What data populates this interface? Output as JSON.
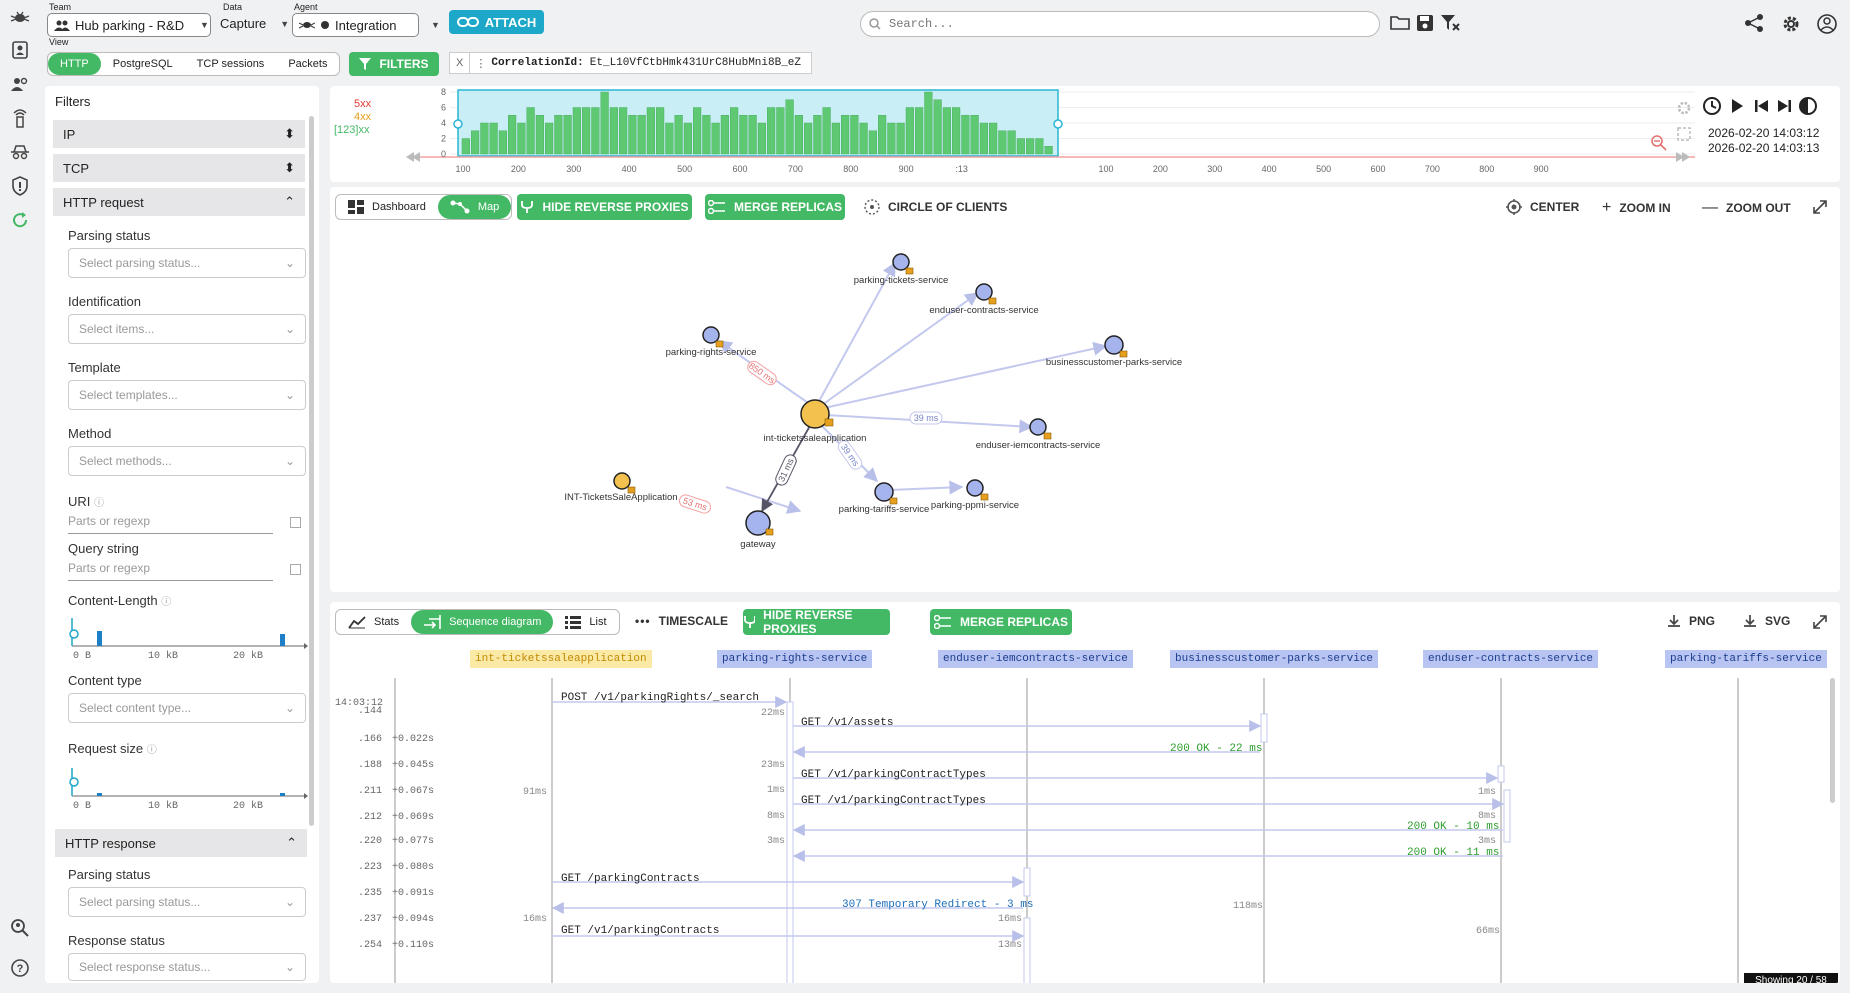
{
  "topbar": {
    "team_label": "Team",
    "team_value": "Hub parking - R&D",
    "data_label": "Data",
    "data_value": "Capture",
    "agent_label": "Agent",
    "agent_value": "Integration",
    "view_label": "View",
    "attach_label": "ATTACH",
    "search_placeholder": "Search..."
  },
  "protocol_tabs": [
    "HTTP",
    "PostgreSQL",
    "TCP sessions",
    "Packets"
  ],
  "filters_button": "FILTERS",
  "correlation_chip": {
    "close": "X",
    "key": "CorrelationId:",
    "value": "Et_L10VfCtbHmk431UrC8HubMni8B_eZ"
  },
  "sidebar": {
    "title": "Filters",
    "sections": [
      "IP",
      "TCP",
      "HTTP request"
    ],
    "request_fields": {
      "parsing_status_label": "Parsing status",
      "parsing_status_ph": "Select parsing status...",
      "identification_label": "Identification",
      "identification_ph": "Select items...",
      "template_label": "Template",
      "template_ph": "Select templates...",
      "method_label": "Method",
      "method_ph": "Select methods...",
      "uri_label": "URI",
      "uri_ph": "Parts or regexp",
      "query_label": "Query string",
      "query_ph": "Parts or regexp",
      "content_length_label": "Content-Length",
      "content_type_label": "Content type",
      "content_type_ph": "Select content type...",
      "request_size_label": "Request size",
      "axis": [
        "0 B",
        "10 kB",
        "20 kB"
      ]
    },
    "response_section": "HTTP response",
    "response_fields": {
      "parsing_status_label": "Parsing status",
      "parsing_status_ph": "Select parsing status...",
      "response_status_label": "Response status",
      "response_status_ph": "Select response status..."
    }
  },
  "timeline": {
    "legend": [
      "5xx",
      "4xx",
      "[123]xx"
    ],
    "y_ticks": [
      "8",
      "6",
      "4",
      "2",
      "0"
    ],
    "x_ticks_selected": [
      "100",
      "200",
      "300",
      "400",
      "500",
      "600",
      "700",
      "800",
      "900",
      ":13"
    ],
    "x_ticks_rest": [
      "100",
      "200",
      "300",
      "400",
      "500",
      "600",
      "700",
      "800",
      "900"
    ],
    "start": "2026-02-20 14:03:12",
    "end": "2026-02-20 14:03:13",
    "bars": [
      2,
      3,
      4,
      4,
      3,
      5,
      4,
      6,
      5,
      4,
      5,
      5,
      6,
      6,
      6,
      8,
      6,
      6,
      5,
      5,
      6,
      6,
      4,
      5,
      4,
      6,
      5,
      4,
      5,
      6,
      5,
      5,
      4,
      6,
      6,
      7,
      5,
      4,
      5,
      6,
      4,
      5,
      5,
      4,
      3,
      5,
      4,
      4,
      6,
      6,
      8,
      7,
      6,
      6,
      5,
      5,
      4,
      4,
      3,
      3,
      2,
      2,
      2,
      1
    ]
  },
  "map_toolbar": {
    "tabs": [
      "Dashboard",
      "Map"
    ],
    "hide_proxies": "HIDE REVERSE PROXIES",
    "merge_replicas": "MERGE REPLICAS",
    "circle": "CIRCLE OF CLIENTS",
    "center": "CENTER",
    "zoom_in": "ZOOM IN",
    "zoom_out": "ZOOM OUT"
  },
  "map_nodes": {
    "center": "int-ticketssaleapplication",
    "parking_tickets": "parking-tickets-service",
    "enduser_contracts": "enduser-contracts-service",
    "parking_rights": "parking-rights-service",
    "businesscustomer": "businesscustomer-parks-service",
    "enduser_iem": "enduser-iemcontracts-service",
    "parking_tariffs": "parking-tariffs-service",
    "parking_ppm": "parking-ppmi-service",
    "gateway": "gateway",
    "ints": "INT-TicketsSaleApplication"
  },
  "map_edges": {
    "e1": "850 ms",
    "e2": "39 ms",
    "e3": "39 ms",
    "e4": "31 ms",
    "e5": "53 ms"
  },
  "seq_toolbar": {
    "tabs": [
      "Stats",
      "Sequence diagram",
      "List"
    ],
    "timescale": "TIMESCALE",
    "hide_proxies": "HIDE REVERSE PROXIES",
    "merge_replicas": "MERGE REPLICAS",
    "png": "PNG",
    "svg": "SVG"
  },
  "seq_headers": [
    "int-ticketssaleapplication",
    "parking-rights-service",
    "enduser-iemcontracts-service",
    "businesscustomer-parks-service",
    "enduser-contracts-service",
    "parking-tariffs-service"
  ],
  "seq_times": {
    "start": "14:03:12",
    "rows": [
      [
        ".144",
        ""
      ],
      [
        ".166",
        "+0.022s"
      ],
      [
        ".188",
        "+0.045s"
      ],
      [
        ".211",
        "+0.067s"
      ],
      [
        ".212",
        "+0.069s"
      ],
      [
        ".220",
        "+0.077s"
      ],
      [
        ".223",
        "+0.080s"
      ],
      [
        ".235",
        "+0.091s"
      ],
      [
        ".237",
        "+0.094s"
      ],
      [
        ".254",
        "+0.110s"
      ]
    ]
  },
  "seq_msgs": {
    "m1": "POST /v1/parkingRights/_search",
    "m2": "GET /v1/assets",
    "m3": "200 OK - 22 ms",
    "m4": "GET /v1/parkingContractTypes",
    "m5": "GET /v1/parkingContractTypes",
    "m6": "200 OK - 10 ms",
    "m7": "200 OK - 11 ms",
    "m8": "GET /parkingContracts",
    "m9": "307 Temporary Redirect - 3 ms",
    "m10": "GET /v1/parkingContracts"
  },
  "seq_durs": {
    "d22": "22ms",
    "d23": "23ms",
    "d1a": "1ms",
    "d8": "8ms",
    "d3": "3ms",
    "d91": "91ms",
    "d1b": "1ms",
    "d8b": "8ms",
    "d3b": "3ms",
    "d118": "118ms",
    "d16a": "16ms",
    "d16b": "16ms",
    "d66": "66ms",
    "d13": "13ms"
  },
  "showing": "Showing 20 / 58",
  "colors": {
    "accent_green": "#43b865",
    "accent_teal": "#1da7c8",
    "bars": "#5fc872",
    "select_band": "#c9eef5"
  }
}
